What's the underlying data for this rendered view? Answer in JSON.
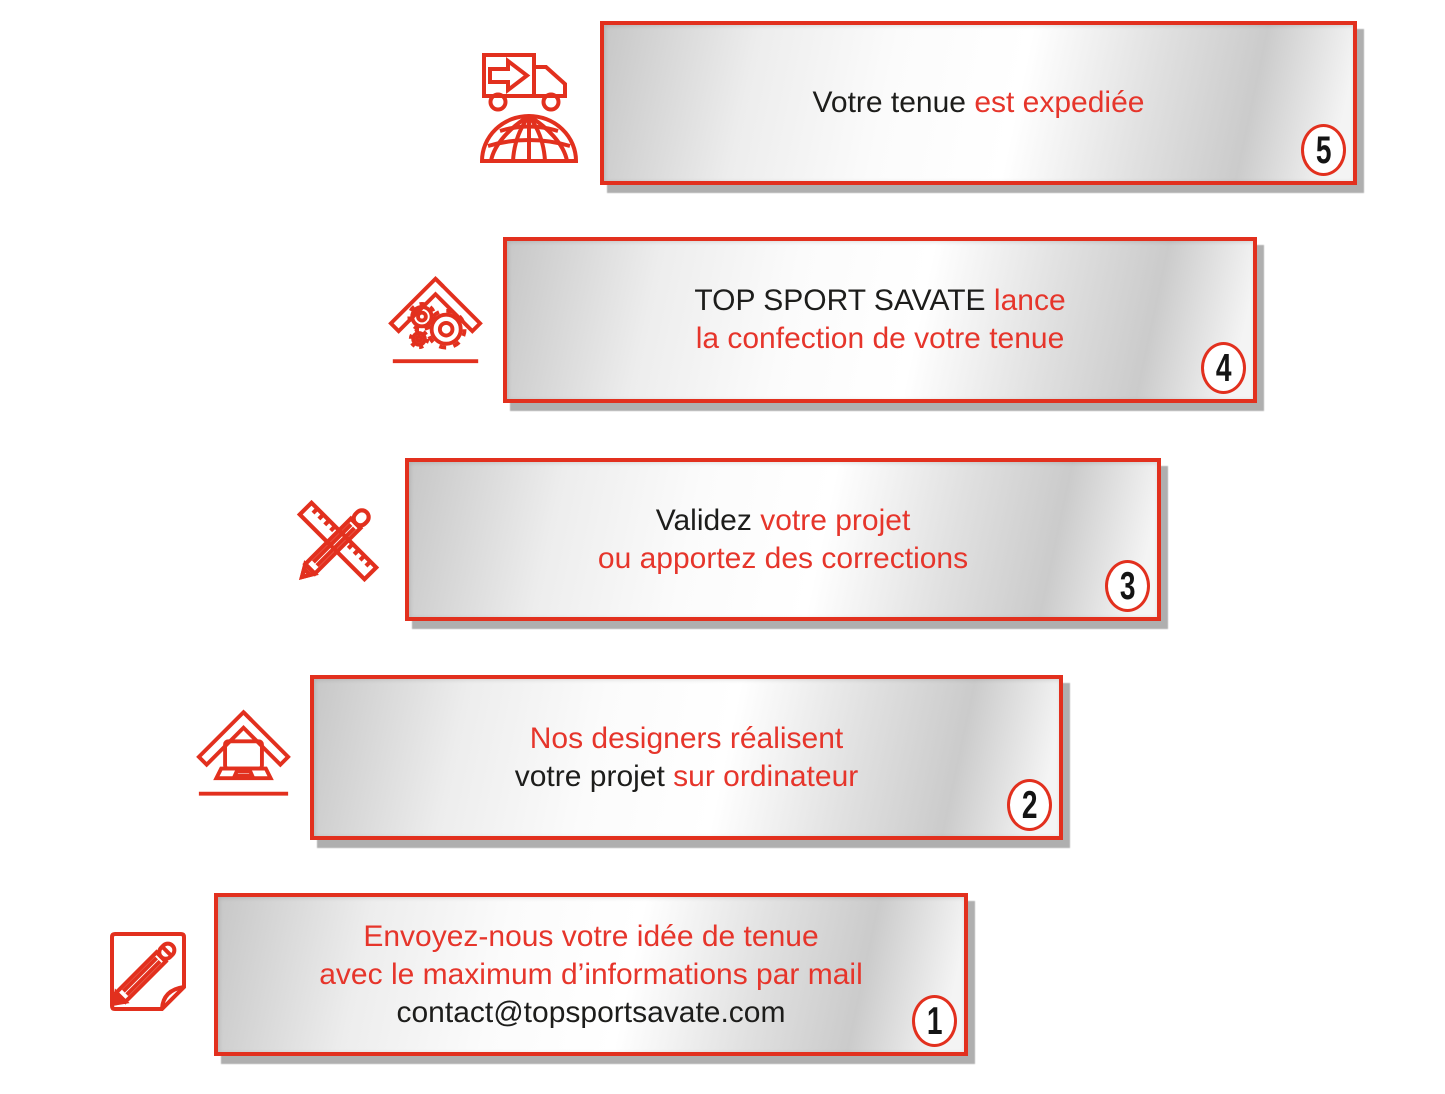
{
  "colors": {
    "red": "#e6352b",
    "red_border": "#e2301e",
    "text_black": "#1d1d1b",
    "panel_shadow": "#afafaf",
    "badge_bg": "#ffffff"
  },
  "steps": [
    {
      "number": "5",
      "icon": "truck-globe-icon",
      "lines": [
        [
          {
            "t": "Votre tenue ",
            "c": "black"
          },
          {
            "t": "est expediée",
            "c": "red"
          }
        ]
      ]
    },
    {
      "number": "4",
      "icon": "roof-gears-icon",
      "lines": [
        [
          {
            "t": "TOP SPORT SAVATE ",
            "c": "black"
          },
          {
            "t": "lance",
            "c": "red"
          }
        ],
        [
          {
            "t": "la confection de votre tenue",
            "c": "red"
          }
        ]
      ]
    },
    {
      "number": "3",
      "icon": "ruler-pencil-icon",
      "lines": [
        [
          {
            "t": "Validez ",
            "c": "black"
          },
          {
            "t": "votre projet",
            "c": "red"
          }
        ],
        [
          {
            "t": "ou apportez des corrections",
            "c": "red"
          }
        ]
      ]
    },
    {
      "number": "2",
      "icon": "roof-laptop-icon",
      "lines": [
        [
          {
            "t": "Nos designers réalisent",
            "c": "red"
          }
        ],
        [
          {
            "t": "votre projet ",
            "c": "black"
          },
          {
            "t": "sur ordinateur",
            "c": "red"
          }
        ]
      ]
    },
    {
      "number": "1",
      "icon": "note-pencil-icon",
      "lines": [
        [
          {
            "t": "Envoyez-nous votre idée de tenue",
            "c": "red"
          }
        ],
        [
          {
            "t": "avec le maximum d’informations par mail",
            "c": "red"
          }
        ],
        [
          {
            "t": "contact@topsportsavate.com",
            "c": "black"
          }
        ]
      ]
    }
  ]
}
